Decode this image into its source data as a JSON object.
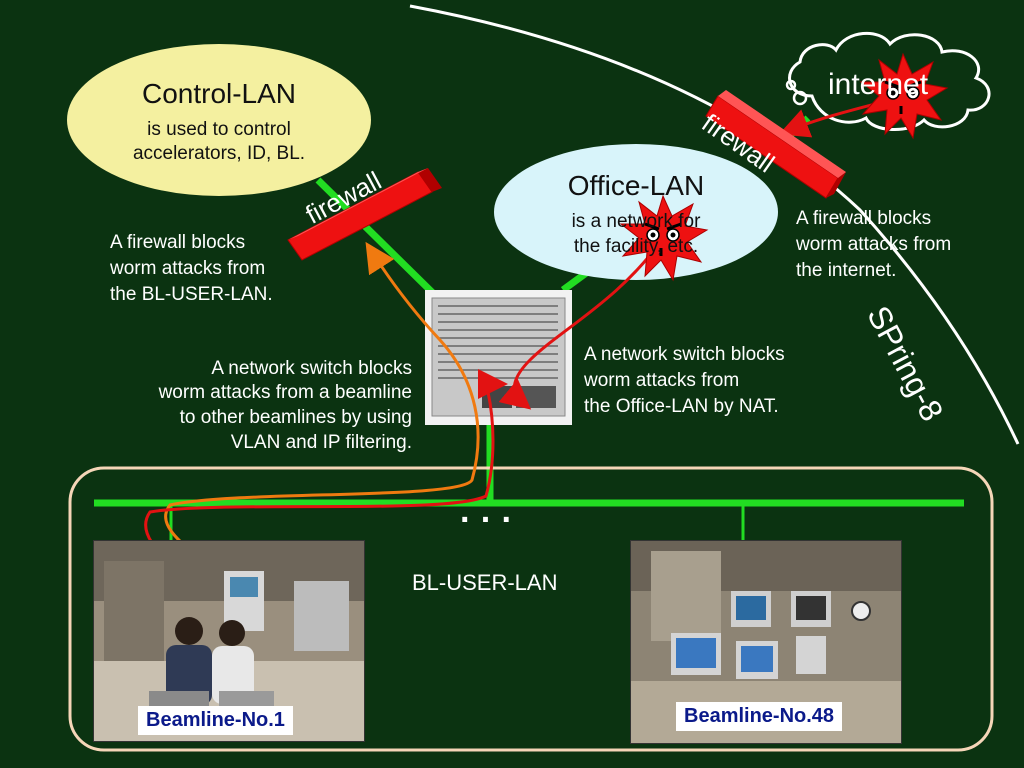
{
  "control_lan": {
    "title": "Control-LAN",
    "description_line1": "is used to control",
    "description_line2": "accelerators, ID, BL."
  },
  "office_lan": {
    "title": "Office-LAN",
    "description_line1": "is a network for",
    "description_line2": "the facility, etc."
  },
  "internet": {
    "label": "internet"
  },
  "firewall_labels": {
    "left": "firewall",
    "right": "firewall"
  },
  "notes": {
    "firewall_bl_line1": "A firewall blocks",
    "firewall_bl_line2": "worm attacks from",
    "firewall_bl_line3": "the BL-USER-LAN.",
    "firewall_inet_line1": "A firewall blocks",
    "firewall_inet_line2": "worm attacks from",
    "firewall_inet_line3": "the internet.",
    "switch_vlan_line1": "A network switch blocks",
    "switch_vlan_line2": "worm attacks from a beamline",
    "switch_vlan_line3": "to other beamlines by using",
    "switch_vlan_line4": "VLAN and IP filtering.",
    "switch_nat_line1": "A network switch blocks",
    "switch_nat_line2": "worm attacks from",
    "switch_nat_line3": "the Office-LAN by NAT."
  },
  "spring8_label": "SPring-8",
  "bl_user_lan": {
    "label": "BL-USER-LAN",
    "ellipsis": "· · ·"
  },
  "beamlines": [
    {
      "caption": "Beamline-No.1"
    },
    {
      "caption": "Beamline-No.48"
    }
  ],
  "colors": {
    "background": "#0b3311",
    "network_line": "#22dd22",
    "control_bubble": "#f4f0a0",
    "office_bubble": "#d8f4fa",
    "firewall": "#ee1111",
    "worm": "#ee1111",
    "attack_path_red": "#e21212",
    "attack_path_orange": "#f07a10"
  }
}
